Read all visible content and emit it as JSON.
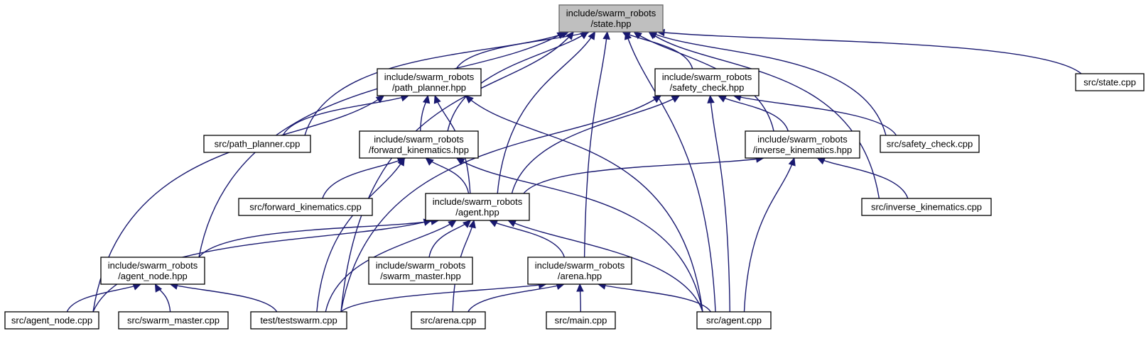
{
  "nodes": {
    "state_hpp": {
      "lines": [
        "include/swarm_robots",
        "/state.hpp"
      ]
    },
    "path_planner_hpp": {
      "lines": [
        "include/swarm_robots",
        "/path_planner.hpp"
      ]
    },
    "safety_check_hpp": {
      "lines": [
        "include/swarm_robots",
        "/safety_check.hpp"
      ]
    },
    "state_cpp": {
      "lines": [
        "src/state.cpp"
      ]
    },
    "path_planner_cpp": {
      "lines": [
        "src/path_planner.cpp"
      ]
    },
    "forward_kinematics_hpp": {
      "lines": [
        "include/swarm_robots",
        "/forward_kinematics.hpp"
      ]
    },
    "inverse_kinematics_hpp": {
      "lines": [
        "include/swarm_robots",
        "/inverse_kinematics.hpp"
      ]
    },
    "safety_check_cpp": {
      "lines": [
        "src/safety_check.cpp"
      ]
    },
    "forward_kinematics_cpp": {
      "lines": [
        "src/forward_kinematics.cpp"
      ]
    },
    "agent_hpp": {
      "lines": [
        "include/swarm_robots",
        "/agent.hpp"
      ]
    },
    "inverse_kinematics_cpp": {
      "lines": [
        "src/inverse_kinematics.cpp"
      ]
    },
    "agent_node_hpp": {
      "lines": [
        "include/swarm_robots",
        "/agent_node.hpp"
      ]
    },
    "swarm_master_hpp": {
      "lines": [
        "include/swarm_robots",
        "/swarm_master.hpp"
      ]
    },
    "arena_hpp": {
      "lines": [
        "include/swarm_robots",
        "/arena.hpp"
      ]
    },
    "agent_node_cpp": {
      "lines": [
        "src/agent_node.cpp"
      ]
    },
    "swarm_master_cpp": {
      "lines": [
        "src/swarm_master.cpp"
      ]
    },
    "testswarm_cpp": {
      "lines": [
        "test/testswarm.cpp"
      ]
    },
    "arena_cpp": {
      "lines": [
        "src/arena.cpp"
      ]
    },
    "main_cpp": {
      "lines": [
        "src/main.cpp"
      ]
    },
    "agent_cpp": {
      "lines": [
        "src/agent.cpp"
      ]
    }
  },
  "edges": [
    {
      "from": "path_planner_hpp",
      "to": "state_hpp"
    },
    {
      "from": "safety_check_hpp",
      "to": "state_hpp"
    },
    {
      "from": "state_cpp",
      "to": "state_hpp"
    },
    {
      "from": "path_planner_cpp",
      "to": "state_hpp"
    },
    {
      "from": "forward_kinematics_hpp",
      "to": "state_hpp"
    },
    {
      "from": "inverse_kinematics_hpp",
      "to": "state_hpp"
    },
    {
      "from": "safety_check_cpp",
      "to": "state_hpp"
    },
    {
      "from": "agent_hpp",
      "to": "state_hpp"
    },
    {
      "from": "inverse_kinematics_cpp",
      "to": "state_hpp"
    },
    {
      "from": "agent_node_hpp",
      "to": "state_hpp"
    },
    {
      "from": "arena_hpp",
      "to": "state_hpp"
    },
    {
      "from": "testswarm_cpp",
      "to": "state_hpp"
    },
    {
      "from": "agent_cpp",
      "to": "state_hpp"
    },
    {
      "from": "path_planner_cpp",
      "to": "path_planner_hpp"
    },
    {
      "from": "forward_kinematics_hpp",
      "to": "path_planner_hpp"
    },
    {
      "from": "agent_hpp",
      "to": "path_planner_hpp"
    },
    {
      "from": "agent_node_cpp",
      "to": "path_planner_hpp"
    },
    {
      "from": "agent_cpp",
      "to": "path_planner_hpp"
    },
    {
      "from": "inverse_kinematics_hpp",
      "to": "safety_check_hpp"
    },
    {
      "from": "safety_check_cpp",
      "to": "safety_check_hpp"
    },
    {
      "from": "agent_hpp",
      "to": "safety_check_hpp"
    },
    {
      "from": "testswarm_cpp",
      "to": "safety_check_hpp"
    },
    {
      "from": "agent_cpp",
      "to": "safety_check_hpp"
    },
    {
      "from": "forward_kinematics_cpp",
      "to": "forward_kinematics_hpp"
    },
    {
      "from": "agent_hpp",
      "to": "forward_kinematics_hpp"
    },
    {
      "from": "testswarm_cpp",
      "to": "forward_kinematics_hpp"
    },
    {
      "from": "agent_cpp",
      "to": "forward_kinematics_hpp"
    },
    {
      "from": "agent_hpp",
      "to": "inverse_kinematics_hpp"
    },
    {
      "from": "inverse_kinematics_cpp",
      "to": "inverse_kinematics_hpp"
    },
    {
      "from": "agent_cpp",
      "to": "inverse_kinematics_hpp"
    },
    {
      "from": "agent_node_hpp",
      "to": "agent_hpp"
    },
    {
      "from": "swarm_master_hpp",
      "to": "agent_hpp"
    },
    {
      "from": "arena_hpp",
      "to": "agent_hpp"
    },
    {
      "from": "agent_node_cpp",
      "to": "agent_hpp"
    },
    {
      "from": "testswarm_cpp",
      "to": "agent_hpp"
    },
    {
      "from": "arena_cpp",
      "to": "agent_hpp"
    },
    {
      "from": "agent_cpp",
      "to": "agent_hpp"
    },
    {
      "from": "agent_node_cpp",
      "to": "agent_node_hpp"
    },
    {
      "from": "swarm_master_cpp",
      "to": "agent_node_hpp"
    },
    {
      "from": "testswarm_cpp",
      "to": "agent_node_hpp"
    },
    {
      "from": "testswarm_cpp",
      "to": "arena_hpp"
    },
    {
      "from": "arena_cpp",
      "to": "arena_hpp"
    },
    {
      "from": "main_cpp",
      "to": "arena_hpp"
    },
    {
      "from": "agent_cpp",
      "to": "arena_hpp"
    }
  ],
  "colors": {
    "edge": "#191970",
    "root_fill": "#bfbfbf",
    "node_fill": "#ffffff"
  }
}
